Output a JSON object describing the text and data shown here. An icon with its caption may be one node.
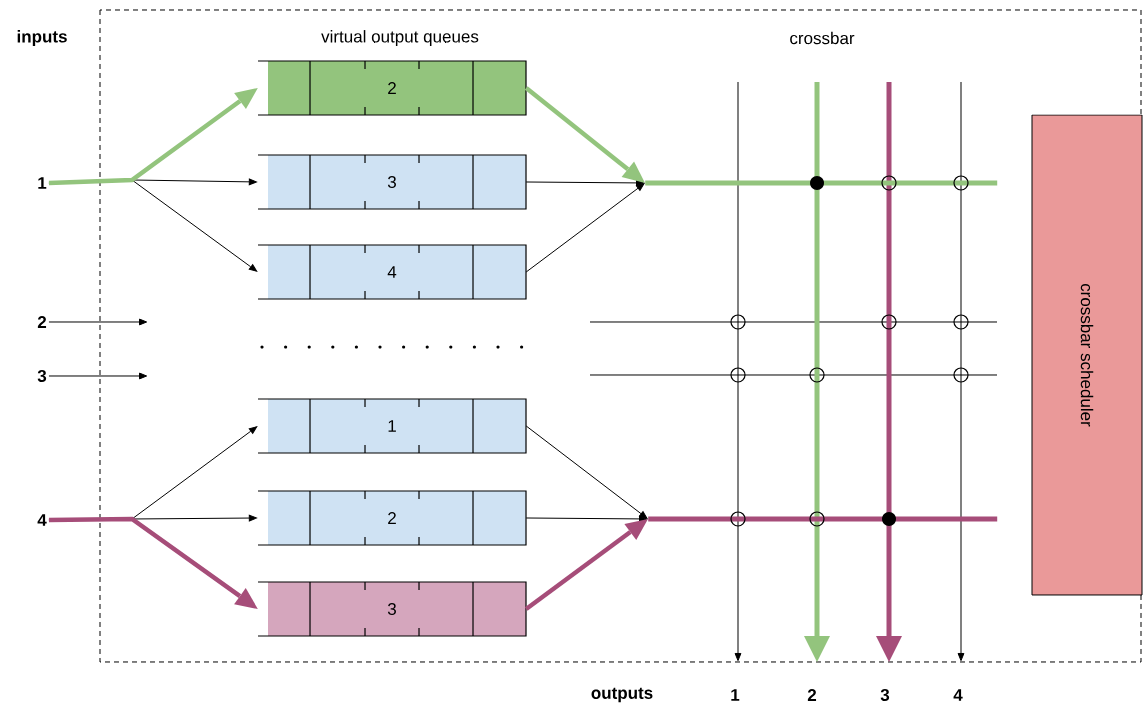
{
  "diagram": {
    "nodes": [
      {
        "text": [
          "1"
        ]
      },
      {
        "text": [
          "2"
        ]
      },
      {
        "text": [
          "3"
        ]
      },
      {
        "text": [
          "4"
        ]
      },
      {
        "text": [
          "2"
        ]
      },
      {
        "text": [
          "3"
        ]
      },
      {
        "text": [
          "4"
        ]
      },
      {
        "text": [
          "1"
        ]
      },
      {
        "text": [
          "2"
        ]
      },
      {
        "text": [
          "3"
        ]
      },
      {
        "text": [],
        "shape": "bar"
      },
      {
        "text": [],
        "shape": "bar"
      },
      {
        "text": [
          "crossbar scheduler"
        ]
      }
    ],
    "edges": [
      {
        "from": 0,
        "to": 4,
        "arrow": "to",
        "style": "thick",
        "color": "#93c47d"
      },
      {
        "from": 0,
        "to": 5,
        "arrow": "to"
      },
      {
        "from": 0,
        "to": 6,
        "arrow": "to"
      },
      {
        "from": 4,
        "to": 10,
        "arrow": "to",
        "style": "thick",
        "color": "#93c47d"
      },
      {
        "from": 5,
        "to": 10,
        "arrow": "to"
      },
      {
        "from": 6,
        "to": 10,
        "arrow": "to"
      },
      {
        "from": 1,
        "to": null,
        "arrow": "to"
      },
      {
        "from": 2,
        "to": null,
        "arrow": "to"
      },
      {
        "from": 3,
        "to": 7,
        "arrow": "to"
      },
      {
        "from": 3,
        "to": 8,
        "arrow": "to"
      },
      {
        "from": 3,
        "to": 9,
        "arrow": "to",
        "style": "thick",
        "color": "#a64d79"
      },
      {
        "from": 7,
        "to": 11,
        "arrow": "to"
      },
      {
        "from": 8,
        "to": 11,
        "arrow": "to"
      },
      {
        "from": 9,
        "to": 11,
        "arrow": "to",
        "style": "thick",
        "color": "#a64d79"
      }
    ],
    "labels": [
      "inputs",
      "virtual output queues",
      "crossbar",
      "outputs",
      "1",
      "2",
      "3",
      "4"
    ]
  }
}
